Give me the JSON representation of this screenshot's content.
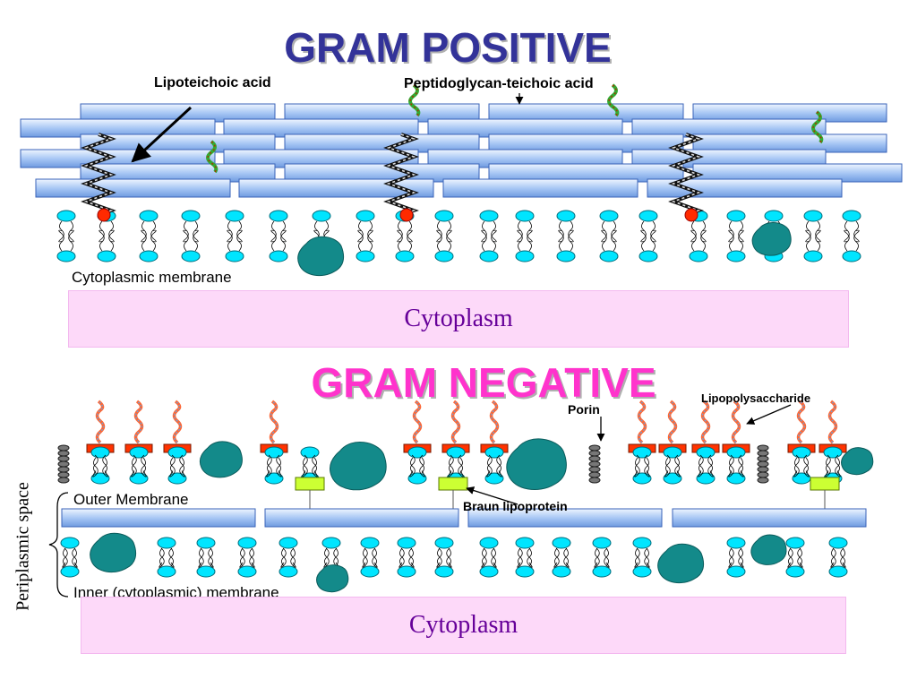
{
  "gram_positive": {
    "title": "GRAM POSITIVE",
    "label_lipoteichoic": "Lipoteichoic acid",
    "label_peptidoglycan": "Peptidoglycan-teichoic acid",
    "label_membrane": "Cytoplasmic membrane",
    "cytoplasm": "Cytoplasm"
  },
  "gram_negative": {
    "title": "GRAM NEGATIVE",
    "label_lps": "Lipopolysaccharide",
    "label_porin": "Porin",
    "label_outer": "Outer Membrane",
    "label_braun": "Braun lipoprotein",
    "label_inner": "Inner (cytoplasmic) membrane",
    "label_periplasmic": "Periplasmic space",
    "cytoplasm": "Cytoplasm"
  },
  "colors": {
    "title_positive": "#333399",
    "title_negative": "#ff33cc",
    "lipid_head": "#00e5ff",
    "protein": "#138a8a",
    "lps_base": "#ff3300",
    "braun": "#ccff33",
    "peptidoglycan": "#bcd6ff",
    "cytoplasm_bg": "#fdd9f9"
  }
}
